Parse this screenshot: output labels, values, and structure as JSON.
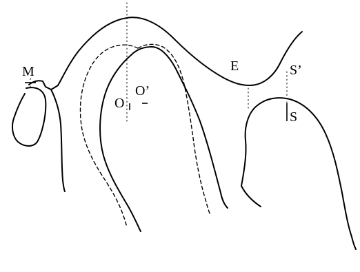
{
  "labels": {
    "M": "M",
    "E": "E",
    "S_prime": "S’",
    "S": "S",
    "O": "O",
    "O_prime": "O’"
  },
  "colors": {
    "stroke": "#000000",
    "background": "#ffffff"
  }
}
